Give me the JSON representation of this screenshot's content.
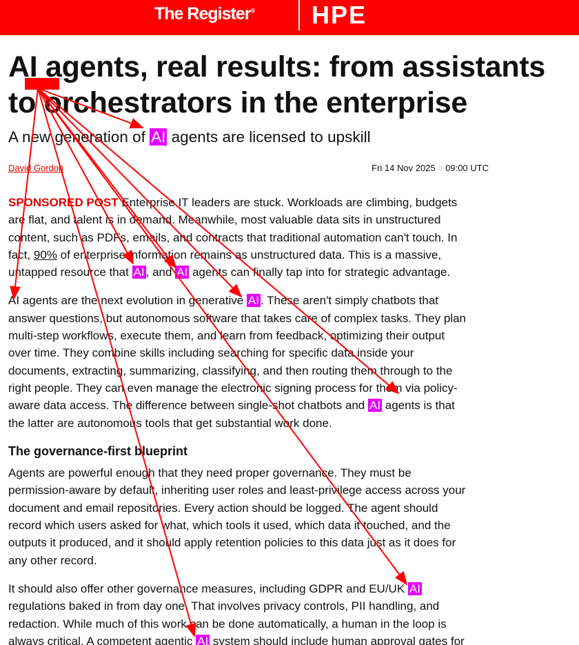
{
  "header": {
    "logo": "The Register",
    "logo_mark": "®",
    "partner": "HPE"
  },
  "article": {
    "title": "AI agents, real results: from assistants to orchestrators in the enterprise",
    "subtitle": [
      {
        "t": "A new generation of "
      },
      {
        "t": "AI",
        "hl": true
      },
      {
        "t": " agents are licensed to upskill"
      }
    ],
    "author": "David Gordon",
    "date": "Fri 14 Nov 2025",
    "date_sep": "//",
    "time": "09:00 UTC",
    "paragraphs": [
      [
        {
          "t": "SPONSORED POST",
          "s": true
        },
        {
          "t": " Enterprise IT leaders are stuck. Workloads are climbing, budgets are flat, and talent is in demand. Meanwhile, most valuable data sits in unstructured content, such as PDFs, emails, and contracts that traditional automation can't touch. In fact, "
        },
        {
          "t": "90%",
          "u": true
        },
        {
          "t": " of enterprise information remains as unstructured data. This is a massive, untapped resource that "
        },
        {
          "t": "AI",
          "hl": true
        },
        {
          "t": ", and "
        },
        {
          "t": "AI",
          "hl": true
        },
        {
          "t": " agents can finally tap into for strategic advantage."
        }
      ],
      [
        {
          "t": "AI agents are the next evolution in generative "
        },
        {
          "t": "AI",
          "hl": true
        },
        {
          "t": ". These aren't simply chatbots that answer questions, but autonomous software that takes care of complex tasks. They plan multi-step workflows, execute them, and learn from feedback, optimizing their output over time. They combine skills including searching for specific data inside your documents, extracting, summarizing, classifying, and then routing them through to the right people. They can even manage the electronic signing process for them via policy-aware data access. The difference between single-shot chatbots and "
        },
        {
          "t": "AI",
          "hl": true
        },
        {
          "t": " agents is that the latter are autonomous tools that get substantial work done."
        }
      ],
      {
        "heading": "The governance-first blueprint"
      },
      [
        {
          "t": "Agents are powerful enough that they need proper governance. They must be permission-aware by default, inheriting user roles and least-privilege access across your document and email repositories. Every action should be logged. The agent should record which users asked for what, which tools it used, which data it touched, and the outputs it produced, and it should apply retention policies to this data just as it does for any other record."
        }
      ],
      [
        {
          "t": "It should also offer other governance measures, including GDPR and EU/UK "
        },
        {
          "t": "AI",
          "hl": true
        },
        {
          "t": " regulations baked in from day one. That involves privacy controls, PII handling, and redaction. While much of this work can be done automatically, a human in the loop is always critical. A competent agentic "
        },
        {
          "t": "AI",
          "hl": true
        },
        {
          "t": " system should include human approval gates for"
        }
      ]
    ]
  },
  "annotation": {
    "color": "#ff0000",
    "highlight_color": "#e500ff"
  }
}
